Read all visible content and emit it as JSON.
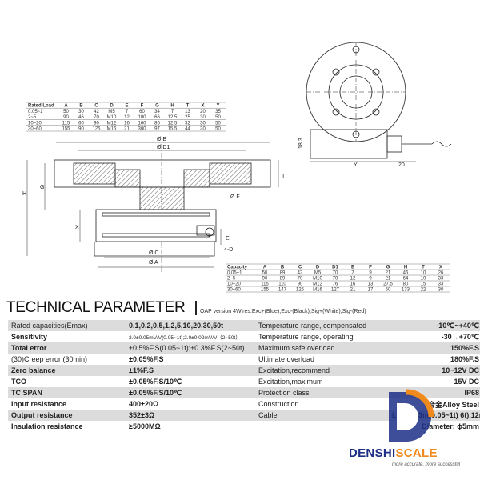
{
  "dim_table_top": {
    "headers": [
      "Rated Load",
      "A",
      "B",
      "C",
      "D",
      "E",
      "F",
      "G",
      "H",
      "T",
      "X",
      "Y"
    ],
    "rows": [
      [
        "0.05~1",
        "50",
        "30",
        "42",
        "M5",
        "7",
        "60",
        "34",
        "7",
        "13",
        "20",
        "35"
      ],
      [
        "2~5",
        "90",
        "46",
        "70",
        "M10",
        "12",
        "100",
        "66",
        "12.5",
        "25",
        "30",
        "50"
      ],
      [
        "10~20",
        "115",
        "60",
        "90",
        "M12",
        "16",
        "160",
        "86",
        "12.5",
        "32",
        "30",
        "50"
      ],
      [
        "30~60",
        "155",
        "90",
        "125",
        "M16",
        "21",
        "300",
        "97",
        "15.5",
        "44",
        "30",
        "50"
      ]
    ]
  },
  "dim_table_bottom": {
    "headers": [
      "Capacity",
      "A",
      "B",
      "C",
      "D",
      "D1",
      "E",
      "F",
      "G",
      "H",
      "T",
      "X"
    ],
    "rows": [
      [
        "0.05~1",
        "50",
        "89",
        "42",
        "M5",
        "70",
        "7",
        "9",
        "21",
        "46",
        "10",
        "26"
      ],
      [
        "2~5",
        "90",
        "89",
        "70",
        "M10",
        "70",
        "12",
        "9",
        "21",
        "64",
        "10",
        "33"
      ],
      [
        "10~20",
        "115",
        "110",
        "90",
        "M12",
        "76",
        "16",
        "13",
        "27.5",
        "80",
        "15",
        "33"
      ],
      [
        "30~60",
        "155",
        "147",
        "125",
        "M16",
        "127",
        "21",
        "17",
        "50",
        "133",
        "22",
        "30"
      ]
    ]
  },
  "drawing_labels": {
    "phiB": "Ø B",
    "phiD1": "Ø D1",
    "g": "G",
    "h": "H",
    "t": "T",
    "x": "X",
    "e": "E",
    "phiF": "Ø F",
    "phiC": "Ø C",
    "phiA": "Ø A",
    "d4": "4-D",
    "y": "Y",
    "dim183": "18.3",
    "dim20": "20"
  },
  "heading": {
    "title": "TECHNICAL PARAMETER",
    "note": "OAP version 4Wires:Exc+(Blue);Exc-(Black);Sig+(White);Sig-(Red)"
  },
  "params": [
    [
      "Rated capacities(Emax)",
      "0.1,0.2,0.5,1,2,5,10,20,30,50t",
      "Temperature range, compensated",
      "-10℃~+40℃"
    ],
    [
      "Sensitivity",
      "2.0±0.05mV/V(0.05~1t);2.0±0.02mV/V（2~50t）",
      "Temperature range, operating",
      "-30→+70℃"
    ],
    [
      "Total error",
      "±0.5%F.S(0.05~1t);±0.3%F.S(2~50t)",
      "Maximum safe overload",
      "150%F.S"
    ],
    [
      "(30)Creep error (30min)",
      "±0.05%F.S",
      "Ultimate overload",
      "180%F.S"
    ],
    [
      "Zero balance",
      "±1%F.S",
      "Excitation,recommend",
      "10~12V DC"
    ],
    [
      "TCO",
      "±0.05%F.S/10℃",
      "Excitation,maximum",
      "15V DC"
    ],
    [
      "TC SPAN",
      "±0.05%F.S/10℃",
      "Protection class",
      "IP68"
    ],
    [
      "Input resistance",
      "400±20Ω",
      "Construction",
      "合金Alloy Steel"
    ],
    [
      "Output resistance",
      "352±3Ω",
      "Cable",
      "Length:3m(0.05~1t)  6t),12m(10~50t)"
    ],
    [
      "Insulation resistance",
      "≥5000MΩ",
      "",
      "Diameter: ϕ5mm"
    ]
  ],
  "logo": {
    "word_part1": "DENSHI",
    "word_part2": "SCALE",
    "tagline": "more accurate, more successful",
    "colors": {
      "navy": "#1d2f86",
      "orange": "#f08a1c"
    }
  }
}
